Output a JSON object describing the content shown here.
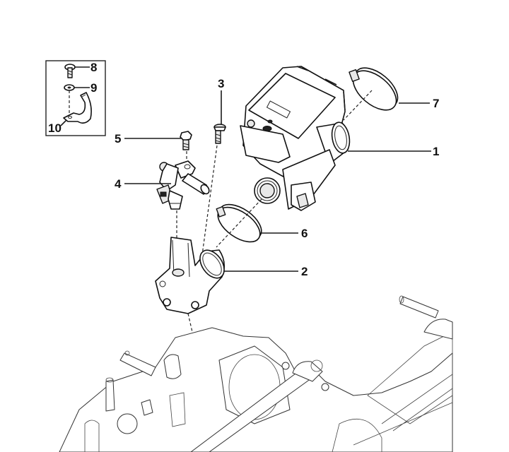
{
  "diagram": {
    "title": "Throttle body assembly exploded view",
    "callouts": [
      {
        "id": "1",
        "label": "1",
        "part": "throttle-body"
      },
      {
        "id": "2",
        "label": "2",
        "part": "intake-manifold-adapter"
      },
      {
        "id": "3",
        "label": "3",
        "part": "bolt"
      },
      {
        "id": "4",
        "label": "4",
        "part": "fuel-injector"
      },
      {
        "id": "5",
        "label": "5",
        "part": "injector-bolt"
      },
      {
        "id": "6",
        "label": "6",
        "part": "clamp-lower"
      },
      {
        "id": "7",
        "label": "7",
        "part": "clamp-upper"
      },
      {
        "id": "8",
        "label": "8",
        "part": "screw"
      },
      {
        "id": "9",
        "label": "9",
        "part": "washer"
      },
      {
        "id": "10",
        "label": "10",
        "part": "bracket-clip"
      }
    ],
    "inset_box": {
      "contains": [
        "8",
        "9",
        "10"
      ]
    }
  }
}
